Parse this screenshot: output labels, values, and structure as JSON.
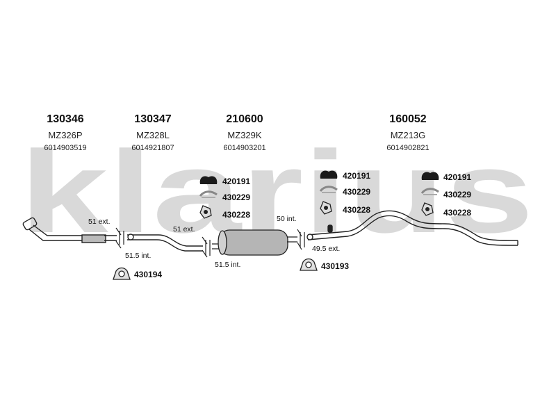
{
  "watermark": "klarius",
  "assemblies": [
    {
      "part_number": "130346",
      "model_code": "MZ326P",
      "ean": "6014903519"
    },
    {
      "part_number": "130347",
      "model_code": "MZ328L",
      "ean": "6014921807"
    },
    {
      "part_number": "210600",
      "model_code": "MZ329K",
      "ean": "6014903201"
    },
    {
      "part_number": "160052",
      "model_code": "MZ213G",
      "ean": "6014902821"
    }
  ],
  "hardware": {
    "group_mid": [
      "420191",
      "430229",
      "430228"
    ],
    "group_right1": [
      "420191",
      "430229",
      "430228"
    ],
    "group_right2": [
      "420191",
      "430229",
      "430228"
    ],
    "mount_left": "430194",
    "mount_right": "430193"
  },
  "dimensions": {
    "j1_ext": "51 ext.",
    "j1_int": "51.5 int.",
    "j2_ext": "51 ext.",
    "j2_int": "51.5 int.",
    "j3_int": "50 int.",
    "j3_ext": "49.5 ext."
  },
  "colors": {
    "watermark": "#d6d6d6",
    "line": "#222222",
    "hanger": "#1a1a1a"
  }
}
